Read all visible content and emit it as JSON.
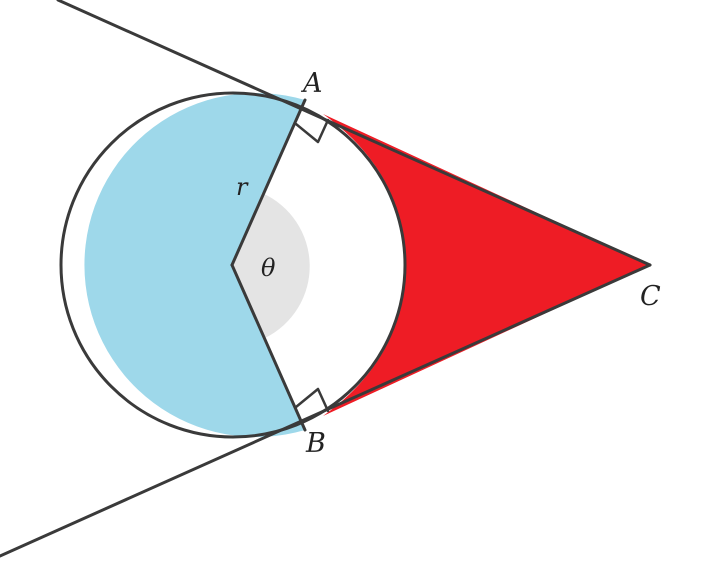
{
  "labels": {
    "point_a": "A",
    "point_b": "B",
    "point_c": "C",
    "radius": "r",
    "angle": "θ"
  },
  "colors": {
    "major_sector": "#9ed8ea",
    "tangent_region": "#ee1c25",
    "angle_fill": "#e4e4e4",
    "stroke": "#3a3a3a",
    "background": "#ffffff"
  }
}
